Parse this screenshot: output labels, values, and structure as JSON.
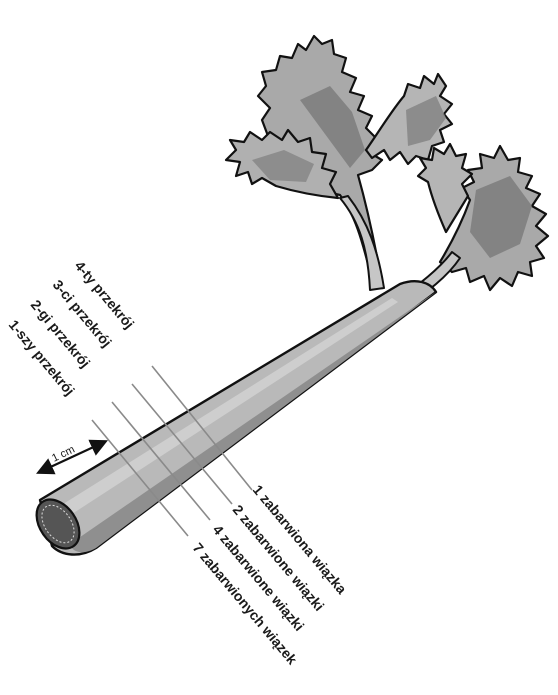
{
  "diagram": {
    "scale_label": "1 cm",
    "cuts": [
      {
        "label": "1-szy przekrój",
        "result": "7 zabarwionych wiązek"
      },
      {
        "label": "2-gi przekrój",
        "result": "4 zabarwione wiązki"
      },
      {
        "label": "3-ci przekrój",
        "result": "2 zabarwione wiązki"
      },
      {
        "label": "4-ty przekrój",
        "result": "1 zabarwiona wiązka"
      }
    ]
  },
  "colors": {
    "stalk": "#b9b9b9",
    "stalk_shadow": "#8f8f8f",
    "leaf": "#a9a9a9",
    "leaf_dark": "#7d7d7d",
    "outline": "#111111",
    "cut_line": "#8a8a8a"
  },
  "icons": {
    "scale_arrow": "double-arrow-icon"
  }
}
